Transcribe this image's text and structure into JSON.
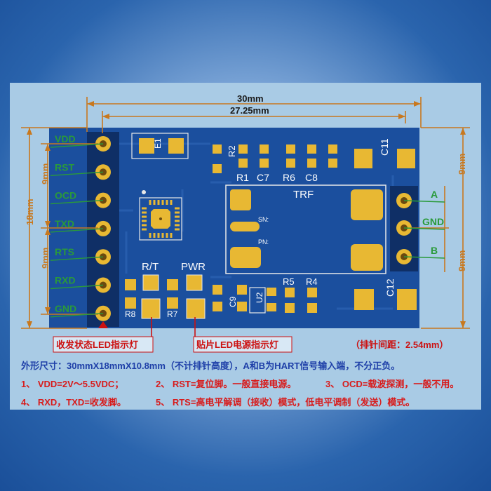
{
  "dimensions": {
    "width_label": "30mm",
    "inner_width_label": "27.25mm",
    "height_label": "18mm",
    "left_top_half": "9mm",
    "left_bottom_half": "9mm",
    "right_top_half": "9mm",
    "right_bottom_half": "9mm"
  },
  "left_pins": [
    "VDD",
    "RST",
    "OCD",
    "TXD",
    "RTS",
    "RXD",
    "GND"
  ],
  "right_pins": [
    "A",
    "GND",
    "B"
  ],
  "silkscreen": {
    "e1": "E1",
    "r2": "R2",
    "r1": "R1",
    "c7": "C7",
    "r6": "R6",
    "c8": "C8",
    "c11": "C11",
    "trf": "TRF",
    "sn": "SN:",
    "pn": "PN:",
    "rt": "R/T",
    "pwr": "PWR",
    "r5": "R5",
    "r4": "R4",
    "r8": "R8",
    "r7": "R7",
    "c9": "C9",
    "u2": "U2",
    "c12": "C12"
  },
  "callouts": {
    "led_status": "收发状态LED指示灯",
    "led_power": "贴片LED电源指示灯",
    "pitch": "（排针间距：2.54mm）"
  },
  "notes": {
    "size": "外形尺寸：30mmX18mmX10.8mm（不计排针高度），A和B为HART信号输入端，不分正负。",
    "n1": "1、 VDD=2V～5.5VDC；",
    "n2": "2、 RST=复位脚。一般直接电源。",
    "n3": "3、 OCD=载波探测，一般不用。",
    "n4": "4、 RXD，TXD=收发脚。",
    "n5": "5、 RTS=高电平解调（接收）模式，低电平调制（发送）模式。"
  },
  "colors": {
    "board": "#1b4f9e",
    "pad": "#e8b833",
    "dim_line": "#c8781e",
    "pin_label": "#2a9a3a",
    "callout_red": "#cc1111",
    "note_red": "#d81b1b",
    "note_blue": "#1e3fa8"
  }
}
